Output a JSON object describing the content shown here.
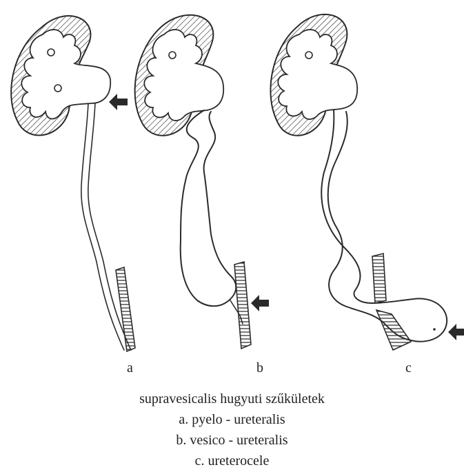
{
  "labels": {
    "a": "a",
    "b": "b",
    "c": "c"
  },
  "caption": {
    "title": "supravesicalis hugyuti szűkületek",
    "items": [
      "a. pyelo - ureteralis",
      "b. vesico - ureteralis",
      "c. ureterocele"
    ]
  }
}
